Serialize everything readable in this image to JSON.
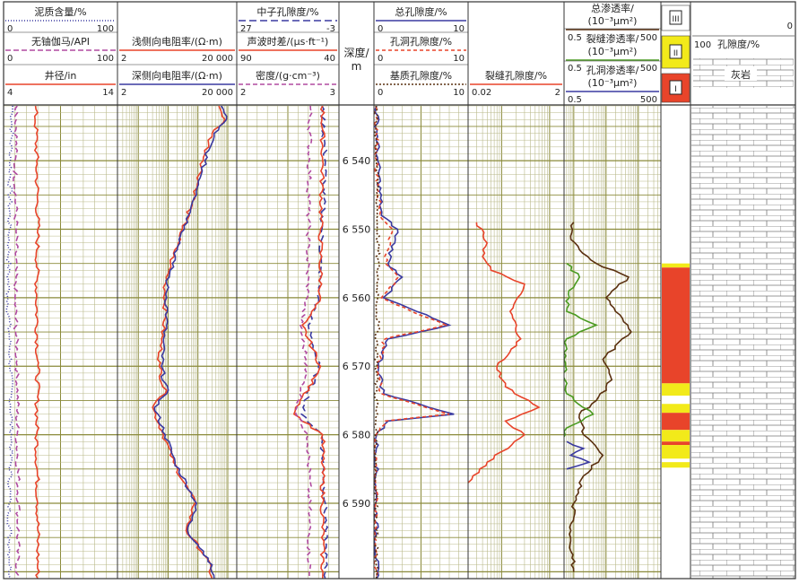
{
  "chart_data": {
    "type": "line",
    "depth_axis": {
      "label_top": "深度/",
      "label_bottom": "m",
      "range": [
        6532,
        6601
      ],
      "ticks": [
        6540,
        6550,
        6560,
        6570,
        6580,
        6590
      ],
      "tick_labels": [
        "6 540",
        "6 550",
        "6 560",
        "6 570",
        "6 580",
        "6 590"
      ]
    },
    "tracks": [
      {
        "id": "t1",
        "scale": "linear",
        "curves": [
          {
            "name": "泥质含量/%",
            "range": [
              0,
              100
            ],
            "min_label": "0",
            "max_label": "100",
            "color": "#3a3aa0",
            "dash": "1,2",
            "depth": [
              6532,
              6540,
              6550,
              6560,
              6570,
              6580,
              6590,
              6601
            ],
            "values": [
              8,
              6,
              5,
              4,
              6,
              7,
              5,
              6
            ]
          },
          {
            "name": "无铀伽马/API",
            "range": [
              0,
              100
            ],
            "min_label": "0",
            "max_label": "100",
            "color": "#b04aa0",
            "dash": "6,3",
            "depth": [
              6532,
              6540,
              6550,
              6560,
              6570,
              6580,
              6590,
              6601
            ],
            "values": [
              12,
              10,
              11,
              10,
              12,
              12,
              13,
              12
            ]
          },
          {
            "name": "井径/in",
            "range": [
              4,
              14
            ],
            "min_label": "4",
            "max_label": "14",
            "color": "#e8442a",
            "dash": "",
            "depth": [
              6532,
              6540,
              6550,
              6560,
              6570,
              6580,
              6590,
              6601
            ],
            "values": [
              6.8,
              6.9,
              7.0,
              6.9,
              7.0,
              6.9,
              7.0,
              7.0
            ]
          }
        ]
      },
      {
        "id": "t2",
        "scale": "log",
        "curves": [
          {
            "name": "浅侧向电阻率/(Ω·m)",
            "range": [
              2,
              20000
            ],
            "min_label": "2",
            "max_label": "20 000",
            "color": "#e8442a",
            "dash": "",
            "depth": [
              6532,
              6534,
              6536,
              6540,
              6545,
              6550,
              6555,
              6558,
              6563,
              6566,
              6570,
              6574,
              6576,
              6580,
              6584,
              6590,
              6594,
              6598,
              6601
            ],
            "values": [
              5000,
              8000,
              3000,
              1500,
              800,
              300,
              120,
              80,
              80,
              60,
              50,
              80,
              30,
              70,
              150,
              800,
              400,
              2000,
              3000
            ]
          },
          {
            "name": "深侧向电阻率/(Ω·m)",
            "range": [
              2,
              20000
            ],
            "min_label": "2",
            "max_label": "20 000",
            "color": "#3a3aa0",
            "dash": "",
            "depth": [
              6532,
              6534,
              6536,
              6540,
              6545,
              6550,
              6555,
              6558,
              6563,
              6566,
              6570,
              6574,
              6576,
              6580,
              6584,
              6590,
              6594,
              6598,
              6601
            ],
            "values": [
              6000,
              9000,
              3500,
              1700,
              900,
              350,
              140,
              90,
              90,
              70,
              60,
              90,
              35,
              80,
              170,
              900,
              450,
              2200,
              3500
            ]
          }
        ]
      },
      {
        "id": "t3",
        "scale": "linear",
        "curves": [
          {
            "name": "中子孔隙度/%",
            "range": [
              27,
              -3
            ],
            "min_label": "27",
            "max_label": "-3",
            "color": "#3a3aa0",
            "dash": "8,4",
            "depth": [
              6532,
              6540,
              6550,
              6560,
              6564,
              6570,
              6577,
              6580,
              6590,
              6601
            ],
            "values": [
              2,
              1,
              2,
              3,
              6,
              3,
              8,
              2,
              1,
              1
            ]
          },
          {
            "name": "声波时差/(μs·ft⁻¹)",
            "range": [
              90,
              40
            ],
            "min_label": "90",
            "max_label": "40",
            "color": "#e8442a",
            "dash": "",
            "depth": [
              6532,
              6540,
              6550,
              6560,
              6564,
              6570,
              6577,
              6580,
              6590,
              6601
            ],
            "values": [
              48,
              48,
              49,
              49,
              58,
              49,
              62,
              48,
              48,
              48
            ]
          },
          {
            "name": "密度/(g·cm⁻³)",
            "range": [
              2,
              3
            ],
            "min_label": "2",
            "max_label": "3",
            "color": "#b04aa0",
            "dash": "5,3",
            "depth": [
              6532,
              6540,
              6550,
              6560,
              6564,
              6570,
              6577,
              6580,
              6590,
              6601
            ],
            "values": [
              2.72,
              2.71,
              2.7,
              2.69,
              2.62,
              2.69,
              2.58,
              2.7,
              2.71,
              2.71
            ]
          }
        ]
      },
      {
        "id": "t5",
        "scale": "linear",
        "curves": [
          {
            "name": "总孔隙度/%",
            "range": [
              0,
              10
            ],
            "min_label": "0",
            "max_label": "10",
            "color": "#3a3aa0",
            "dash": "",
            "depth": [
              6532,
              6540,
              6548,
              6550,
              6555,
              6557,
              6560,
              6564,
              6566,
              6570,
              6574,
              6577,
              6578,
              6580,
              6590,
              6601
            ],
            "values": [
              0.3,
              0.4,
              0.8,
              2.5,
              1.5,
              3.0,
              1.0,
              8.0,
              1.5,
              0.5,
              1.0,
              8.5,
              1.5,
              0.3,
              0.2,
              0.3
            ]
          },
          {
            "name": "孔洞孔隙度/%",
            "range": [
              0,
              10
            ],
            "min_label": "0",
            "max_label": "10",
            "color": "#e8442a",
            "dash": "4,3",
            "depth": [
              6532,
              6540,
              6548,
              6550,
              6555,
              6557,
              6560,
              6564,
              6566,
              6570,
              6574,
              6577,
              6578,
              6580,
              6590,
              6601
            ],
            "values": [
              0.2,
              0.3,
              0.6,
              2.0,
              1.2,
              2.6,
              0.8,
              7.6,
              1.2,
              0.4,
              0.8,
              8.0,
              1.2,
              0.2,
              0.2,
              0.2
            ]
          },
          {
            "name": "基质孔隙度/%",
            "range": [
              0,
              10
            ],
            "min_label": "0",
            "max_label": "10",
            "color": "#5a3010",
            "dash": "2,2",
            "depth": [
              6532,
              6540,
              6550,
              6560,
              6570,
              6580,
              6590,
              6601
            ],
            "values": [
              0.2,
              0.3,
              0.4,
              0.4,
              0.3,
              0.2,
              0.2,
              0.2
            ]
          }
        ]
      },
      {
        "id": "t6",
        "scale": "log",
        "curves": [
          {
            "name": "裂缝孔隙度/%",
            "range": [
              0.02,
              2
            ],
            "min_label": "0.02",
            "max_label": "2",
            "color": "#e8442a",
            "dash": "",
            "depth": [
              6549,
              6552,
              6554,
              6556,
              6558,
              6562,
              6566,
              6570,
              6573,
              6576,
              6578,
              6580,
              6584,
              6587
            ],
            "values": [
              0.03,
              0.05,
              0.04,
              0.06,
              0.3,
              0.15,
              0.25,
              0.08,
              0.12,
              0.6,
              0.12,
              0.3,
              0.05,
              0.02
            ]
          }
        ]
      },
      {
        "id": "t7",
        "scale": "log",
        "curves": [
          {
            "name": "总渗透率/\n(10⁻³μm²)",
            "range": [
              0.5,
              500
            ],
            "min_label": "0.5",
            "max_label": "500",
            "color": "#5a3010",
            "dash": "",
            "depth": [
              6549,
              6551,
              6553,
              6555,
              6557,
              6560,
              6565,
              6569,
              6572,
              6575,
              6577,
              6580,
              6583,
              6586,
              6590,
              6595,
              6600
            ],
            "values": [
              1,
              0.8,
              1.5,
              5,
              50,
              10,
              60,
              8,
              15,
              5,
              1.5,
              2,
              8,
              2,
              1,
              0.8,
              1
            ]
          },
          {
            "name": "裂缝渗透率/\n(10⁻³μm²)",
            "range": [
              0.5,
              500
            ],
            "min_label": "0.5",
            "max_label": "500",
            "color": "#4a9a20",
            "dash": "",
            "depth": [
              6555,
              6557,
              6559,
              6562,
              6564,
              6566,
              6568,
              6574,
              6577,
              6579,
              6581
            ],
            "values": [
              0.6,
              1.5,
              0.7,
              0.6,
              5,
              0.6,
              0.5,
              0.6,
              4,
              0.6,
              0.5
            ]
          },
          {
            "name": "孔洞渗透率/\n(10⁻³μm²)",
            "range": [
              0.5,
              500
            ],
            "min_label": "0.5",
            "max_label": "500",
            "color": "#3a3aa0",
            "dash": "",
            "depth": [
              6581,
              6582,
              6583,
              6584,
              6585
            ],
            "values": [
              0.6,
              2,
              0.8,
              3,
              0.6
            ]
          }
        ]
      }
    ],
    "classes": [
      "III",
      "II",
      "I"
    ],
    "class_colors": {
      "III": "#ffffff",
      "II": "#f2ea1a",
      "I": "#e8442a"
    },
    "class_intervals": [
      {
        "from": 6555.0,
        "to": 6555.6,
        "class": "II"
      },
      {
        "from": 6555.6,
        "to": 6572.5,
        "class": "I"
      },
      {
        "from": 6572.5,
        "to": 6574.3,
        "class": "II"
      },
      {
        "from": 6574.3,
        "to": 6575.5,
        "class": "III"
      },
      {
        "from": 6575.5,
        "to": 6576.8,
        "class": "II"
      },
      {
        "from": 6576.8,
        "to": 6579.3,
        "class": "I"
      },
      {
        "from": 6579.3,
        "to": 6581.0,
        "class": "II"
      },
      {
        "from": 6581.0,
        "to": 6581.5,
        "class": "I"
      },
      {
        "from": 6581.5,
        "to": 6583.5,
        "class": "II"
      },
      {
        "from": 6583.5,
        "to": 6584.0,
        "class": "III"
      },
      {
        "from": 6584.0,
        "to": 6584.8,
        "class": "II"
      }
    ],
    "lithology": {
      "porosity_label": "孔隙度/%",
      "porosity_min": "100",
      "porosity_max": "0",
      "rock": "灰岩"
    }
  }
}
